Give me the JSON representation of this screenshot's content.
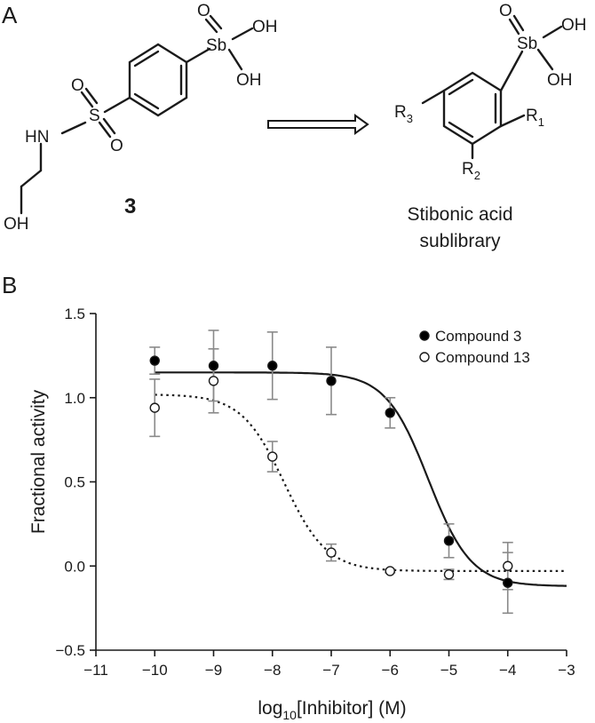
{
  "panels": {
    "a": "A",
    "b": "B"
  },
  "structure_left": {
    "sb": "Sb",
    "o": "O",
    "oh": "OH",
    "s": "S",
    "hn": "HN",
    "oh_tail": "OH",
    "compound_number": "3"
  },
  "structure_right": {
    "sb": "Sb",
    "o": "O",
    "oh": "OH",
    "r1": "R",
    "r1_sub": "1",
    "r2": "R",
    "r2_sub": "2",
    "r3": "R",
    "r3_sub": "3",
    "caption_line1": "Stibonic acid",
    "caption_line2": "sublibrary"
  },
  "colors": {
    "ink": "#1a1a1a",
    "errorbar": "#8a8a8a",
    "filled": "#000000",
    "open_fill": "#ffffff"
  },
  "chart_data": {
    "type": "scatter",
    "xlabel": "log10[Inhibitor] (M)",
    "xlabel_parts": {
      "main": "log",
      "sub": "10",
      "rest": "[Inhibitor] (M)"
    },
    "ylabel": "Fractional activity",
    "xlim": [
      -11,
      -3
    ],
    "ylim": [
      -0.5,
      1.5
    ],
    "xticks": [
      -11,
      -10,
      -9,
      -8,
      -7,
      -6,
      -5,
      -4,
      -3
    ],
    "xtick_labels": [
      "−11",
      "−10",
      "−9",
      "−8",
      "−7",
      "−6",
      "−5",
      "−4",
      "−3"
    ],
    "yticks": [
      -0.5,
      0.0,
      0.5,
      1.0,
      1.5
    ],
    "ytick_labels": [
      "−0.5",
      "0.0",
      "0.5",
      "1.0",
      "1.5"
    ],
    "legend_position": "top-right",
    "grid": false,
    "series": [
      {
        "name": "Compound 3",
        "marker": "filled-circle",
        "line": "solid",
        "x": [
          -10,
          -9,
          -8,
          -7,
          -6,
          -5,
          -4
        ],
        "y": [
          1.22,
          1.19,
          1.19,
          1.1,
          0.91,
          0.15,
          -0.1
        ],
        "err": [
          0.08,
          0.21,
          0.2,
          0.2,
          0.09,
          0.1,
          0.18
        ],
        "fit": {
          "top": 1.15,
          "bottom": -0.12,
          "log_ic50": -5.35,
          "hill": 1.2
        }
      },
      {
        "name": "Compound 13",
        "marker": "open-circle",
        "line": "dotted",
        "x": [
          -10,
          -9,
          -8,
          -7,
          -6,
          -5,
          -4
        ],
        "y": [
          0.94,
          1.1,
          0.65,
          0.08,
          -0.03,
          -0.05,
          0.0
        ],
        "err": [
          0.17,
          0.19,
          0.09,
          0.05,
          0.01,
          0.03,
          0.14
        ],
        "fit": {
          "top": 1.02,
          "bottom": -0.03,
          "log_ic50": -7.8,
          "hill": 1.2
        }
      }
    ]
  }
}
